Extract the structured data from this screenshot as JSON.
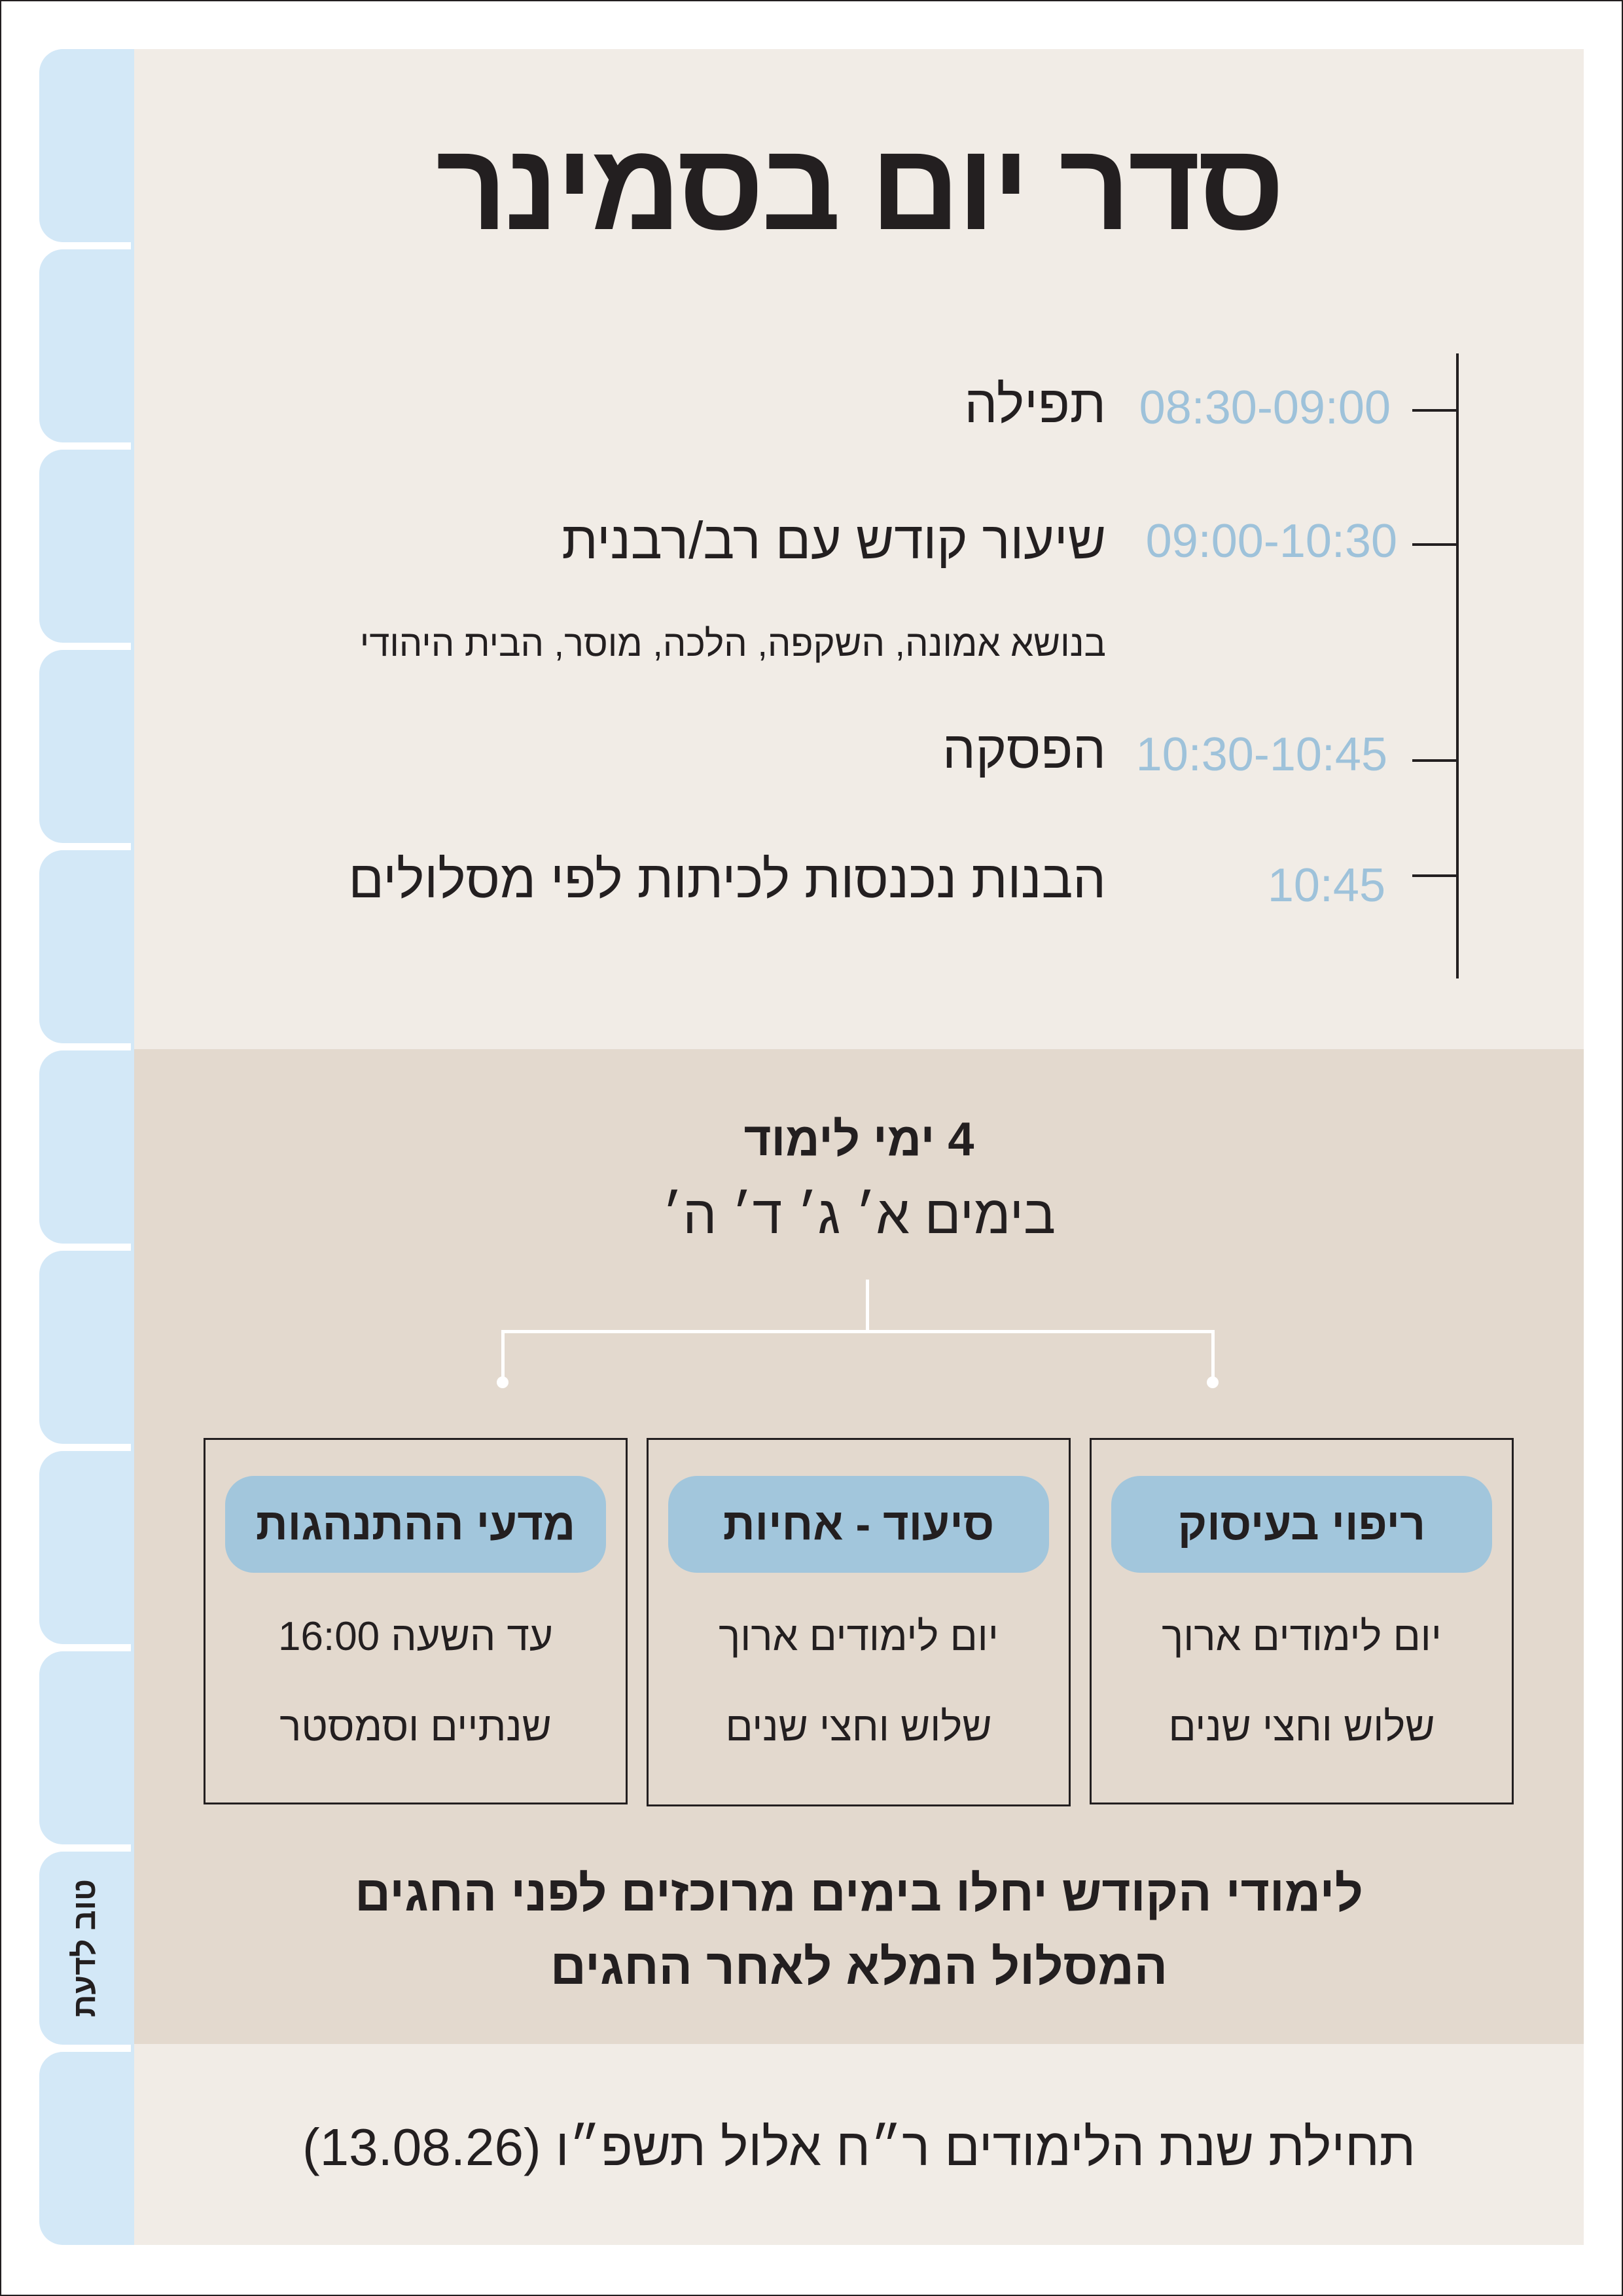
{
  "side_tab": {
    "label": "טוב לדעת"
  },
  "header": {
    "title": "סדר יום בסמינר"
  },
  "schedule": [
    {
      "time": "08:30-09:00",
      "event": "תפילה",
      "detail": ""
    },
    {
      "time": "09:00-10:30",
      "event": "שיעור קודש עם רב/רבנית",
      "detail": "בנושא אמונה, השקפה, הלכה, מוסר, הבית היהודי"
    },
    {
      "time": "10:30-10:45",
      "event": "הפסקה",
      "detail": ""
    },
    {
      "time": "10:45",
      "event": "הבנות נכנסות לכיתות לפי מסלולים",
      "detail": ""
    }
  ],
  "study": {
    "title": "4 ימי לימוד",
    "days": "בימים א׳ ג׳ ד׳ ה׳"
  },
  "tracks": [
    {
      "name": "ריפוי בעיסוק",
      "line1": "יום לימודים ארוך",
      "line2": "שלוש וחצי שנים"
    },
    {
      "name": "סיעוד - אחיות",
      "line1": "יום לימודים ארוך",
      "line2": "שלוש וחצי שנים"
    },
    {
      "name": "מדעי ההתנהגות",
      "line1": "עד השעה 16:00",
      "line2": "שנתיים וסמסטר"
    }
  ],
  "notes": {
    "line1": "לימודי הקודש יחלו בימים מרוכזים לפני החגים",
    "line2": "המסלול המלא לאחר החגים"
  },
  "footer": {
    "start_text": "תחילת שנת הלימודים ר״ח אלול תשפ״ו (13.08.26)"
  },
  "colors": {
    "tab_blue": "#d3e8f7",
    "time_blue": "#9ec2da",
    "pill_blue": "#a2c6dc",
    "panel_light": "#f1ece6",
    "panel_beige": "#e3d9ce"
  }
}
